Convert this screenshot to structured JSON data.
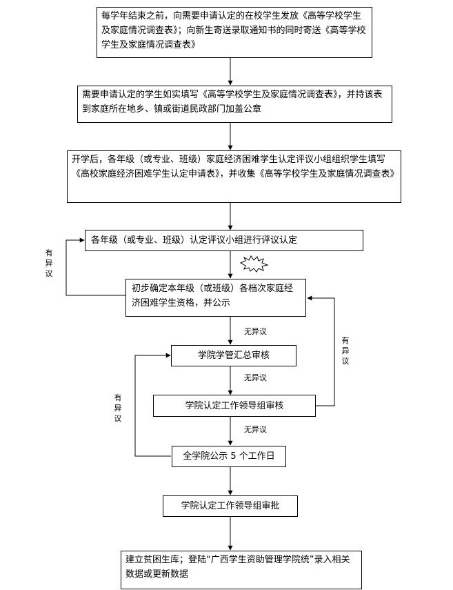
{
  "steps": {
    "s1": "每学年结束之前，向需要申请认定的在校学生发放《高等学校学生及家庭情况调查表》；向新生寄送录取通知书的同时寄送《高等学校学生及家庭情况调查表》",
    "s2": "需要申请认定的学生如实填写《高等学校学生及家庭情况调查表》，并持该表到家庭所在地乡、镇或街道民政部门加盖公章",
    "s3": "开学后，各年级（或专业、班级）家庭经济困难学生认定评议小组组织学生填写《高校家庭经济困难学生认定申请表》，并收集《高等学校学生及家庭情况调查表》",
    "s4": "各年级（或专业、班级）认定评议小组进行评议认定",
    "s5": "初步确定本年级（或班级）各档次家庭经济困难学生资格，并公示",
    "s6": "学院学管汇总审核",
    "s7": "学院认定工作领导组审核",
    "s8": "全学院公示 5 个工作日",
    "s9": "学院认定工作领导组审批",
    "s10": "建立贫困生库；登陆“广西学生资助管理学院统”录入相关数据或更新数据"
  },
  "labels": {
    "objection_1": "有异议",
    "objection_2": "有异议",
    "objection_3": "有异议",
    "no_objection_1": "无异议",
    "no_objection_2": "无异议",
    "no_objection_3": "无异议"
  },
  "colors": {
    "stroke": "#000000",
    "background": "#ffffff"
  }
}
